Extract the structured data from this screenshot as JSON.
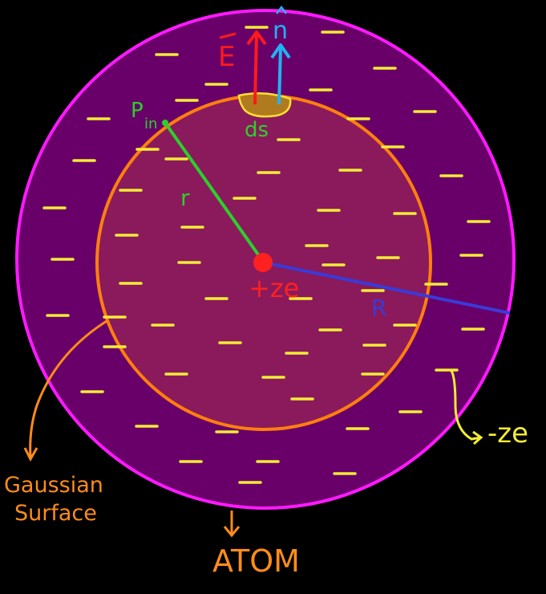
{
  "labels": {
    "electric_field": "E",
    "normal": "n",
    "area_element": "ds",
    "point": "P",
    "point_subscript": "in",
    "small_radius": "r",
    "large_radius": "R",
    "nucleus_charge": "+ze",
    "cloud_charge": "-ze",
    "gaussian_surface": [
      "Gaussian",
      "Surface"
    ],
    "atom": "ATOM"
  },
  "colors": {
    "background": "#000000",
    "atom_fill": "#690069",
    "atom_outline": "#ff19ff",
    "gaussian_fill": "#8a1a5c",
    "gaussian_outline": "#ff7f0e",
    "electron": "#f3ec36",
    "nucleus": "#ff2020",
    "field_arrow": "#ff1a1a",
    "normal_arrow": "#1fb4f0",
    "radius_small": "#2ad12a",
    "radius_large": "#3a3ad8",
    "ds_patch": "#b07a1f",
    "annotation_orange": "#ff8c1a",
    "annotation_yellow": "#f3ec36"
  }
}
